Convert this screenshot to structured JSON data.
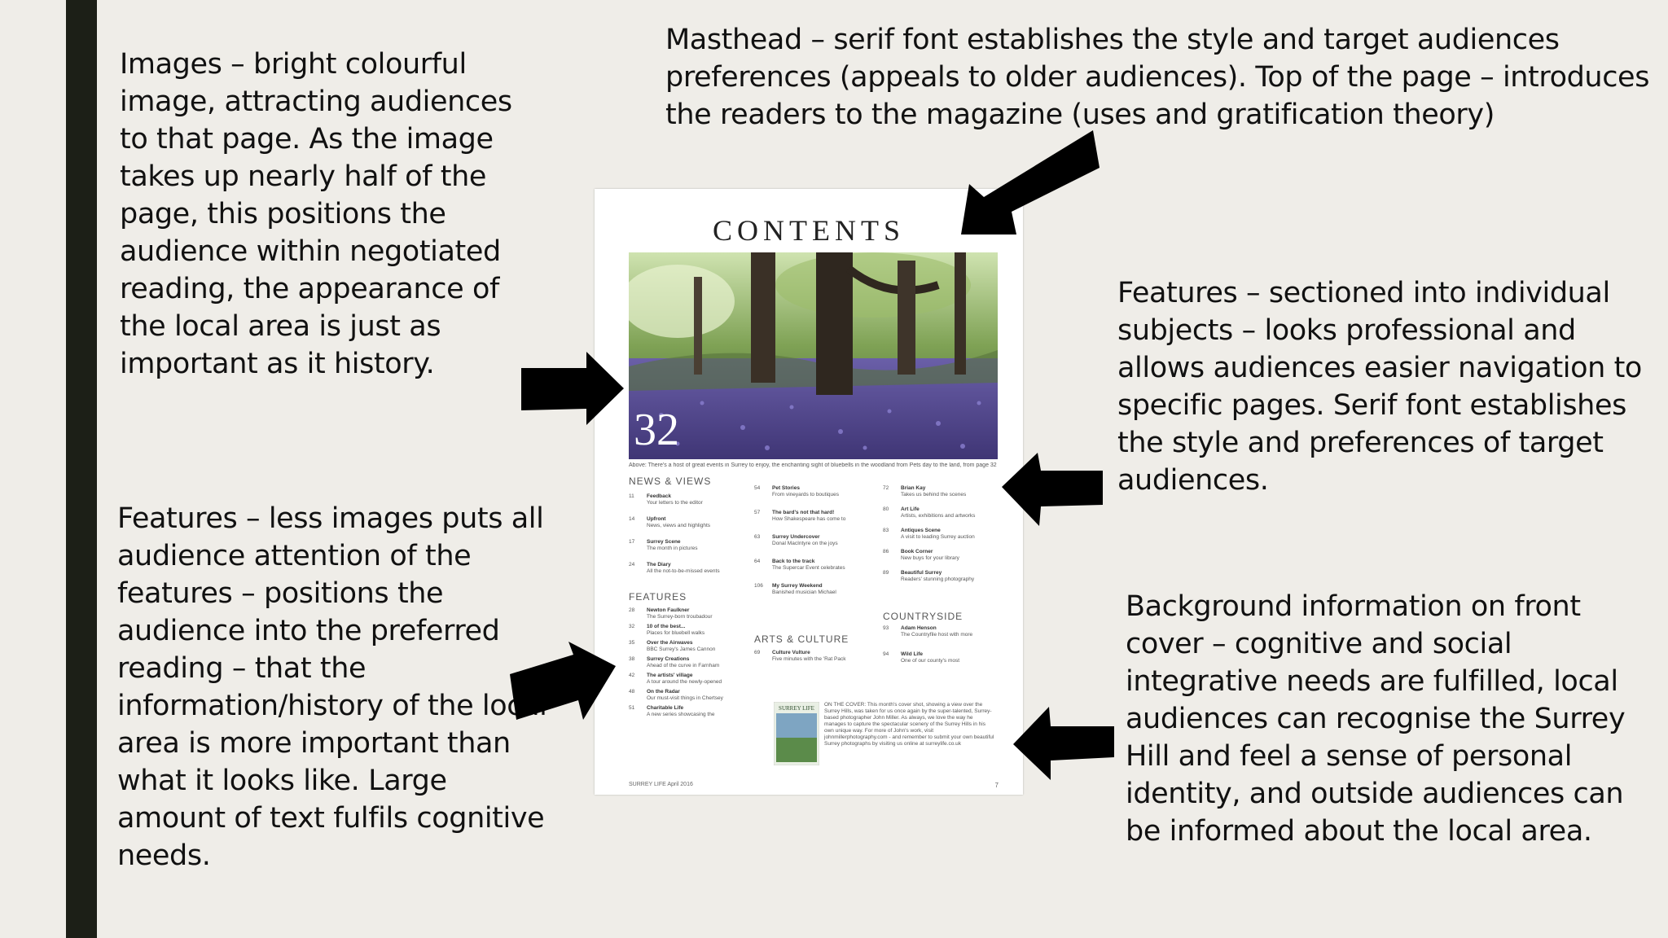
{
  "notes": {
    "images": "Images – bright colourful image, attracting audiences to that page. As the image takes up nearly half of the page, this positions the audience within negotiated reading, the appearance of the local area is just as important as it history.",
    "masthead": "Masthead – serif font establishes the style and target audiences preferences (appeals to older audiences). Top of the page – introduces the readers to the magazine (uses and gratification theory)",
    "features_right": "Features – sectioned into individual subjects – looks professional and allows audiences easier navigation to specific pages. Serif font establishes the style and preferences of target audiences.",
    "features_left": "Features – less images puts all audience attention of the features – positions the audience into the preferred reading – that the information/history of the local area is more important than what it looks like. Large amount of text fulfils cognitive needs.",
    "background": "Background information on front cover – cognitive and social integrative needs are fulfilled, local audiences can recognise the Surrey Hill and feel a sense of personal identity, and outside audiences can be informed about the local area."
  },
  "magazine": {
    "title": "CONTENTS",
    "page_number": "32",
    "caption": "Above: There's a host of great events in Surrey to enjoy, the enchanting sight of bluebells in the woodland from Pets day to the land, from page 32",
    "sections": {
      "news": "NEWS & VIEWS",
      "features": "FEATURES",
      "arts": "ARTS & CULTURE",
      "countryside": "COUNTRYSIDE"
    },
    "news_entries": [
      {
        "page": "11",
        "title": "Feedback",
        "desc": "Your letters to the editor"
      },
      {
        "page": "14",
        "title": "Upfront",
        "desc": "News, views and highlights"
      },
      {
        "page": "17",
        "title": "Surrey Scene",
        "desc": "The month in pictures"
      },
      {
        "page": "24",
        "title": "The Diary",
        "desc": "All the not-to-be-missed events"
      }
    ],
    "feature_entries": [
      {
        "page": "28",
        "title": "Newton Faulkner",
        "desc": "The Surrey-born troubadour"
      },
      {
        "page": "32",
        "title": "10 of the best...",
        "desc": "Places for bluebell walks"
      },
      {
        "page": "35",
        "title": "Over the Airwaves",
        "desc": "BBC Surrey's James Cannon"
      },
      {
        "page": "38",
        "title": "Surrey Creations",
        "desc": "Ahead of the curve in Farnham"
      },
      {
        "page": "42",
        "title": "The artists' village",
        "desc": "A tour around the newly-opened"
      },
      {
        "page": "48",
        "title": "On the Radar",
        "desc": "Our must-visit things in Chertsey"
      },
      {
        "page": "51",
        "title": "Charitable Life",
        "desc": "A new series showcasing the"
      }
    ],
    "middle_entries": [
      {
        "page": "54",
        "title": "Pet Stories",
        "desc": "From vineyards to boutiques"
      },
      {
        "page": "57",
        "title": "The bard's not that hard!",
        "desc": "How Shakespeare has come to"
      },
      {
        "page": "63",
        "title": "Surrey Undercover",
        "desc": "Donal MacIntyre on the joys"
      },
      {
        "page": "64",
        "title": "Back to the track",
        "desc": "The Supercar Event celebrates"
      },
      {
        "page": "106",
        "title": "My Surrey Weekend",
        "desc": "Banished musician Michael"
      }
    ],
    "arts_entries": [
      {
        "page": "69",
        "title": "Culture Vulture",
        "desc": "Five minutes with the 'Rat Pack"
      }
    ],
    "right_entries": [
      {
        "page": "72",
        "title": "Brian Kay",
        "desc": "Takes us behind the scenes"
      },
      {
        "page": "80",
        "title": "Art Life",
        "desc": "Artists, exhibitions and artworks"
      },
      {
        "page": "83",
        "title": "Antiques Scene",
        "desc": "A visit to leading Surrey auction"
      },
      {
        "page": "86",
        "title": "Book Corner",
        "desc": "New buys for your library"
      },
      {
        "page": "89",
        "title": "Beautiful Surrey",
        "desc": "Readers' stunning photography"
      }
    ],
    "countryside_entries": [
      {
        "page": "93",
        "title": "Adam Henson",
        "desc": "The Countryfile host with more"
      },
      {
        "page": "94",
        "title": "Wild Life",
        "desc": "One of our county's most"
      }
    ],
    "cover_text": "ON THE COVER: This month's cover shot, showing a view over the Surrey Hills, was taken for us once again by the super-talented, Surrey-based photographer John Miller. As always, we love the way he manages to capture the spectacular scenery of the Surrey Hills in his own unique way. For more of John's work, visit johnmillerphotography.com - and remember to submit your own beautiful Surrey photographs by visiting us online at surreylife.co.uk",
    "cover_thumb_label": "SURREY LIFE",
    "footer": "SURREY LIFE  April 2016",
    "folio": "7"
  },
  "colors": {
    "background": "#efede8",
    "sidebar": "#1c1f17",
    "arrow": "#000000"
  }
}
